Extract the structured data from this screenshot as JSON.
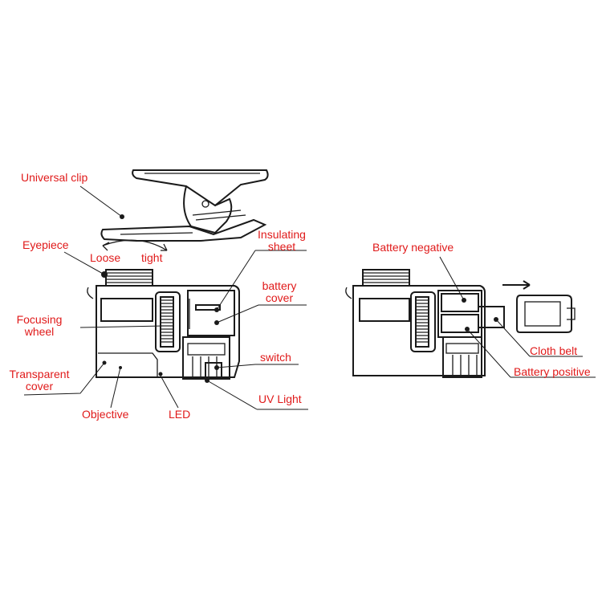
{
  "labels": {
    "universal_clip": "Universal clip",
    "eyepiece": "Eyepiece",
    "loose": "Loose",
    "tight": "tight",
    "insulating_sheet_1": "Insulating",
    "insulating_sheet_2": "sheet",
    "battery_cover_1": "battery",
    "battery_cover_2": "cover",
    "focusing_wheel_1": "Focusing",
    "focusing_wheel_2": "wheel",
    "switch": "switch",
    "transparent_cover_1": "Transparent",
    "transparent_cover_2": "cover",
    "objective": "Objective",
    "led": "LED",
    "uv_light": "UV Light",
    "battery_negative": "Battery negative",
    "cloth_belt": "Cloth belt",
    "battery_positive": "Battery positive"
  },
  "colors": {
    "label_text": "#e01a1a",
    "line_art": "#1a1a1a",
    "background": "#ffffff"
  }
}
